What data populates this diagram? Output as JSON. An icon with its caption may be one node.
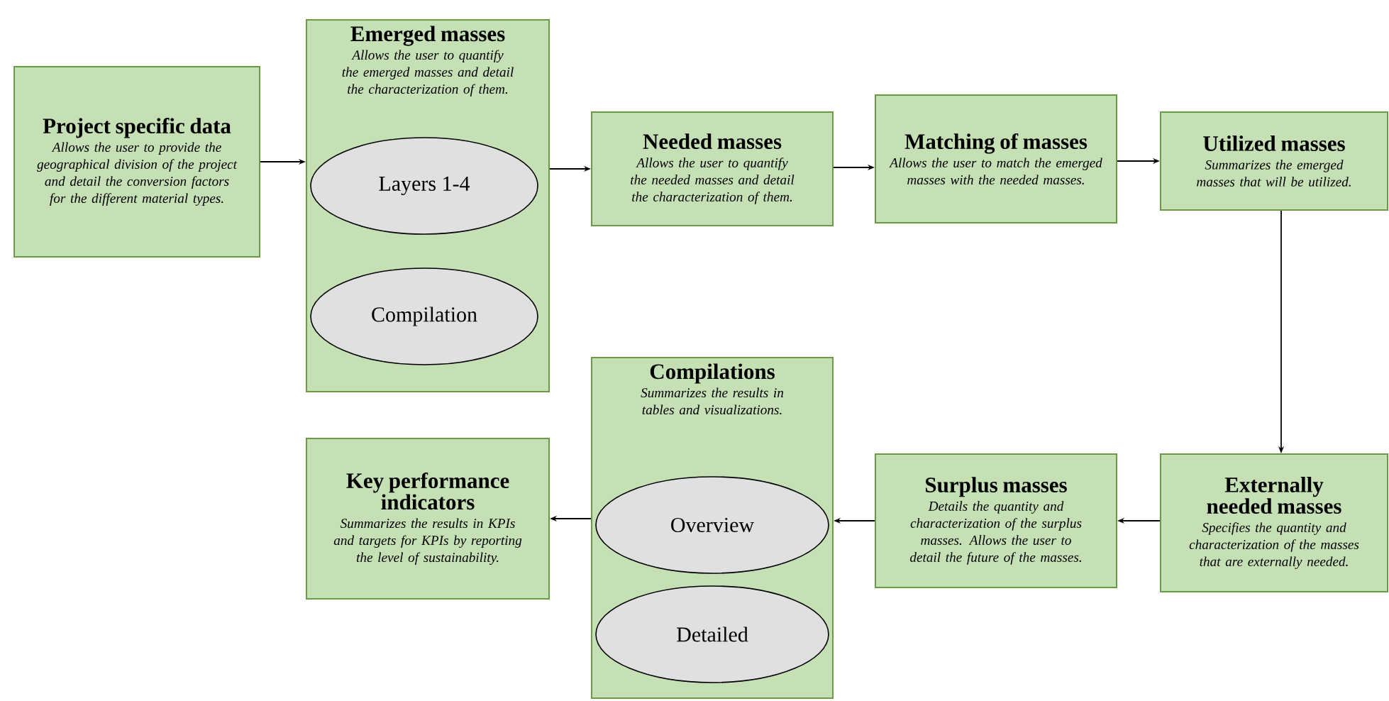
{
  "diagram": {
    "nodes": [
      {
        "text": [
          "Project specific data",
          "Allows the user to provide the geographical division of the project and detail the conversion factors for the different material types."
        ]
      },
      {
        "text": [
          "Emerged masses",
          "Allows the user to quantify the emerged masses and detail the characterization of them."
        ]
      },
      {
        "text": [
          "Layers 1-4"
        ],
        "in": 1
      },
      {
        "text": [
          "Compilation"
        ],
        "in": 1
      },
      {
        "text": [
          "Needed masses",
          "Allows the user to quantify the needed masses and detail the characterization of them."
        ]
      },
      {
        "text": [
          "Matching of masses",
          "Allows the user to match the emerged masses with the needed masses."
        ]
      },
      {
        "text": [
          "Utilized masses",
          "Summarizes the emerged masses that will be utilized."
        ]
      },
      {
        "text": [
          "Externally needed masses",
          "Specifies the quantity and characterization of the masses that are externally needed."
        ]
      },
      {
        "text": [
          "Surplus masses",
          "Details the quantity and characterization of the surplus masses. Allows the user to detail the future of the masses."
        ]
      },
      {
        "text": [
          "Compilations",
          "Summarizes the results in tables and visualizations."
        ]
      },
      {
        "text": [
          "Overview"
        ],
        "in": 9
      },
      {
        "text": [
          "Detailed"
        ],
        "in": 9
      },
      {
        "text": [
          "Key performance indicators",
          "Summarizes the results in KPIs and targets for KPIs by reporting the level of sustainability."
        ]
      }
    ],
    "edges": [
      {
        "from": 0,
        "to": 1,
        "arrow": "to"
      },
      {
        "from": 1,
        "to": 4,
        "arrow": "to"
      },
      {
        "from": 4,
        "to": 5,
        "arrow": "to"
      },
      {
        "from": 5,
        "to": 6,
        "arrow": "to"
      },
      {
        "from": 6,
        "to": 7,
        "arrow": "to"
      },
      {
        "from": 7,
        "to": 8,
        "arrow": "to"
      },
      {
        "from": 8,
        "to": 9,
        "arrow": "to"
      },
      {
        "from": 9,
        "to": 12,
        "arrow": "to"
      }
    ]
  }
}
